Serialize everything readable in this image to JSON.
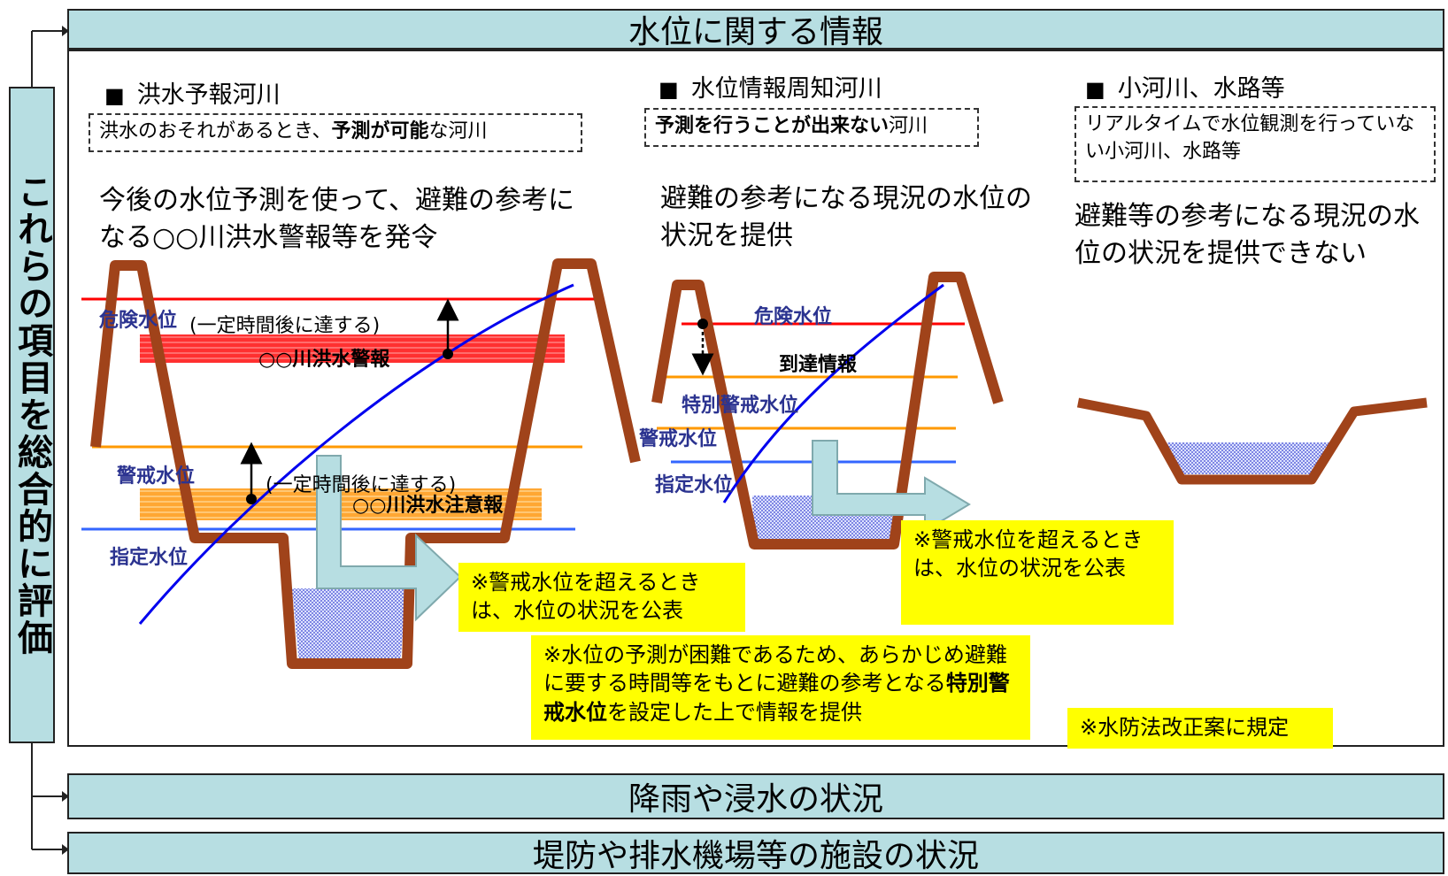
{
  "header_top": "水位に関する情報",
  "side_label": "これらの項目を総合的に評価",
  "header_rain": "降雨や浸水の状況",
  "header_facility": "堤防や排水機場等の施設の状況",
  "col1": {
    "title": "洪水予報河川",
    "box_a": "洪水のおそれがあるとき、",
    "box_b": "予測が可能",
    "box_c": "な河川",
    "desc": "今後の水位予測を使って、避難の参考になる○○川洪水警報等を発令",
    "lbl_danger": "危険水位",
    "lbl_after1": "(一定時間後に達する)",
    "lbl_warning": "○○川洪水警報",
    "lbl_caution": "警戒水位",
    "lbl_after2": "(一定時間後に達する)",
    "lbl_advisory": "○○川洪水注意報",
    "lbl_designated": "指定水位",
    "note": "※警戒水位を超えるときは、水位の状況を公表"
  },
  "col2": {
    "title": "水位情報周知河川",
    "box_a": "予測を行うことが出来ない",
    "box_b": "河川",
    "desc": "避難の参考になる現況の水位の状況を提供",
    "lbl_danger": "危険水位",
    "lbl_reach": "到達情報",
    "lbl_special": "特別警戒水位",
    "lbl_caution": "警戒水位",
    "lbl_designated": "指定水位",
    "note": "※警戒水位を超えるときは、水位の状況を公表"
  },
  "col3": {
    "title": "小河川、水路等",
    "box": "リアルタイムで水位観測を行っていない小河川、水路等",
    "desc": "避難等の参考になる現況の水位の状況を提供できない"
  },
  "note_special_a": "※水位の予測が困難であるため、あらかじめ避難に要する時間等をもとに避難の参考となる",
  "note_special_b": "特別警戒水位",
  "note_special_c": "を設定した上で情報を提供",
  "note_law": "※水防法改正案に規定",
  "colors": {
    "header_bg": "#b7dee2",
    "bank": "#a0431a",
    "danger": "#ff0000",
    "caution": "#ff9900",
    "designated": "#3366ff",
    "curve": "#0000ee",
    "highlight": "#ffff00"
  }
}
